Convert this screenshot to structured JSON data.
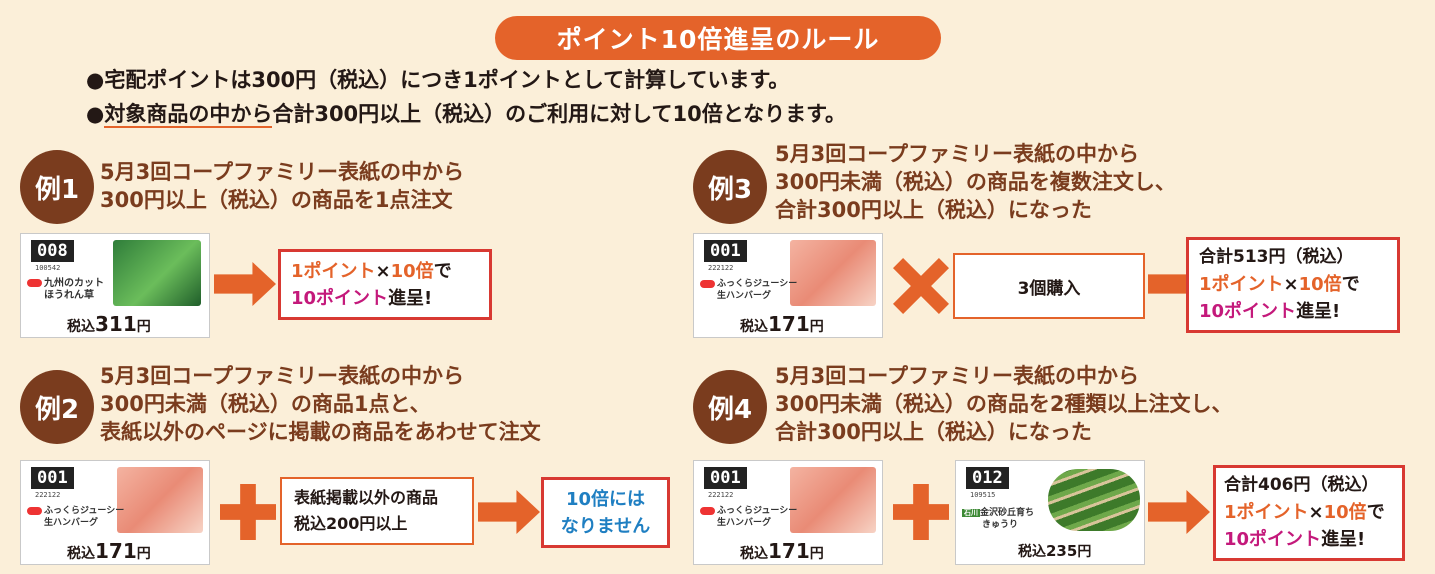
{
  "title": "ポイント10倍進呈のルール",
  "rules": [
    {
      "bullet": "●",
      "pre": "",
      "underlined": "",
      "text": "宅配ポイントは300円（税込）につき1ポイントとして計算しています。"
    },
    {
      "bullet": "●",
      "underlined": "対象商品の中から",
      "text": "合計300円以上（税込）のご利用に対して10倍となります。"
    }
  ],
  "examples": [
    {
      "badge": "例1",
      "lines": [
        "5月3回コープファミリー表紙の中から",
        "300円以上（税込）の商品を1点注文"
      ],
      "product": {
        "code": "008",
        "sub": "100542",
        "name1": "九州のカット",
        "name2": "ほうれん草",
        "price_prefix": "税込",
        "price": "311",
        "price_unit": "円"
      },
      "result": {
        "l2_a": "1ポイント",
        "l2_b": "×",
        "l2_c": "10倍",
        "l2_d": "で",
        "l3_a": "10ポイント",
        "l3_b": "進呈!"
      }
    },
    {
      "badge": "例2",
      "lines": [
        "5月3回コープファミリー表紙の中から",
        "300円未満（税込）の商品1点と、",
        "表紙以外のページに掲載の商品をあわせて注文"
      ],
      "product": {
        "code": "001",
        "sub": "222122",
        "name1": "ふっくらジューシー",
        "name2": "生ハンバーグ",
        "price_prefix": "税込",
        "price": "171",
        "price_unit": "円"
      },
      "other": {
        "l1": "表紙掲載以外の商品",
        "l2": "税込200円以上"
      },
      "result": {
        "l1": "10倍には",
        "l2": "なりません"
      }
    },
    {
      "badge": "例3",
      "lines": [
        "5月3回コープファミリー表紙の中から",
        "300円未満（税込）の商品を複数注文し、",
        "合計300円以上（税込）になった"
      ],
      "product": {
        "code": "001",
        "sub": "222122",
        "name1": "ふっくらジューシー",
        "name2": "生ハンバーグ",
        "price_prefix": "税込",
        "price": "171",
        "price_unit": "円"
      },
      "qty": "3個購入",
      "result": {
        "l1": "合計513円（税込）",
        "l2_a": "1ポイント",
        "l2_b": "×",
        "l2_c": "10倍",
        "l2_d": "で",
        "l3_a": "10ポイント",
        "l3_b": "進呈!"
      }
    },
    {
      "badge": "例4",
      "lines": [
        "5月3回コープファミリー表紙の中から",
        "300円未満（税込）の商品を2種類以上注文し、",
        "合計300円以上（税込）になった"
      ],
      "product": {
        "code": "001",
        "sub": "222122",
        "name1": "ふっくらジューシー",
        "name2": "生ハンバーグ",
        "price_prefix": "税込",
        "price": "171",
        "price_unit": "円"
      },
      "product2": {
        "code": "012",
        "sub": "109515",
        "tag": "石川",
        "name1": "金沢砂丘育ち",
        "name2": "きゅうり",
        "price_prefix": "税込",
        "price": "235",
        "price_unit": "円"
      },
      "result": {
        "l1": "合計406円（税込）",
        "l2_a": "1ポイント",
        "l2_b": "×",
        "l2_c": "10倍",
        "l2_d": "で",
        "l3_a": "10ポイント",
        "l3_b": "進呈!"
      }
    }
  ],
  "colors": {
    "background": "#fbefd9",
    "accent": "#e4632a",
    "badge": "#7a3c1e",
    "result_border": "#d83932",
    "magenta": "#c4197b",
    "blue": "#1f7fc2"
  }
}
